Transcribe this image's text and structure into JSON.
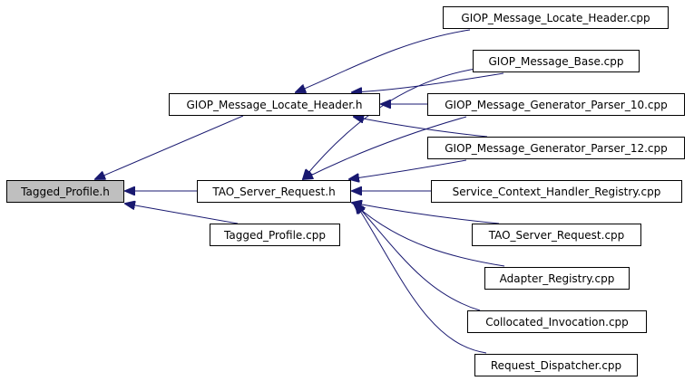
{
  "diagram": {
    "edge_color": "#191970",
    "root_fill": "#bfbfbf",
    "nodes": {
      "tagged_profile_h": "Tagged_Profile.h",
      "giop_message_locate_header_h": "GIOP_Message_Locate_Header.h",
      "tao_server_request_h": "TAO_Server_Request.h",
      "tagged_profile_cpp": "Tagged_Profile.cpp",
      "giop_message_locate_header_cpp": "GIOP_Message_Locate_Header.cpp",
      "giop_message_base_cpp": "GIOP_Message_Base.cpp",
      "giop_message_generator_parser_10_cpp": "GIOP_Message_Generator_Parser_10.cpp",
      "giop_message_generator_parser_12_cpp": "GIOP_Message_Generator_Parser_12.cpp",
      "service_context_handler_registry_cpp": "Service_Context_Handler_Registry.cpp",
      "tao_server_request_cpp": "TAO_Server_Request.cpp",
      "adapter_registry_cpp": "Adapter_Registry.cpp",
      "collocated_invocation_cpp": "Collocated_Invocation.cpp",
      "request_dispatcher_cpp": "Request_Dispatcher.cpp"
    }
  }
}
